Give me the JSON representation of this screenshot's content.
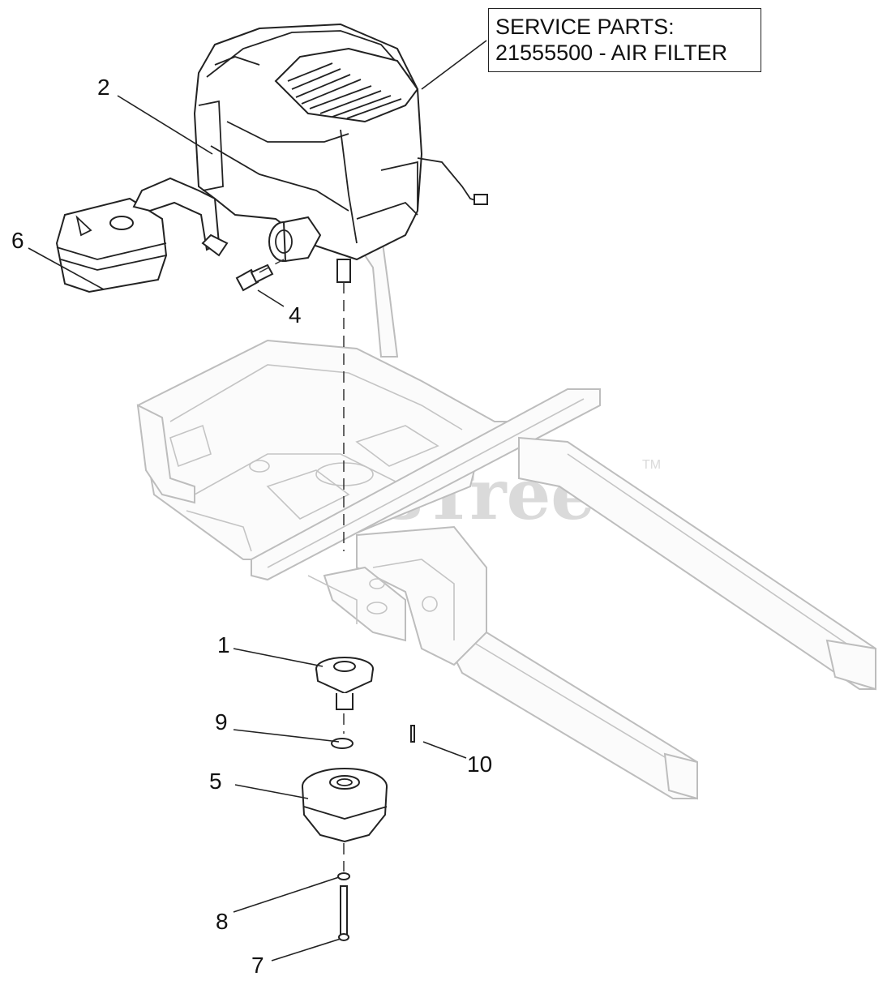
{
  "service_box": {
    "line1": "SERVICE PARTS:",
    "line2": "21555500 - AIR FILTER"
  },
  "watermark": {
    "text": "PartsTree",
    "tm": "TM"
  },
  "callouts": [
    {
      "id": "1",
      "label": "1"
    },
    {
      "id": "2",
      "label": "2"
    },
    {
      "id": "4",
      "label": "4"
    },
    {
      "id": "5",
      "label": "5"
    },
    {
      "id": "6",
      "label": "6"
    },
    {
      "id": "7",
      "label": "7"
    },
    {
      "id": "8",
      "label": "8"
    },
    {
      "id": "9",
      "label": "9"
    },
    {
      "id": "10",
      "label": "10"
    }
  ]
}
